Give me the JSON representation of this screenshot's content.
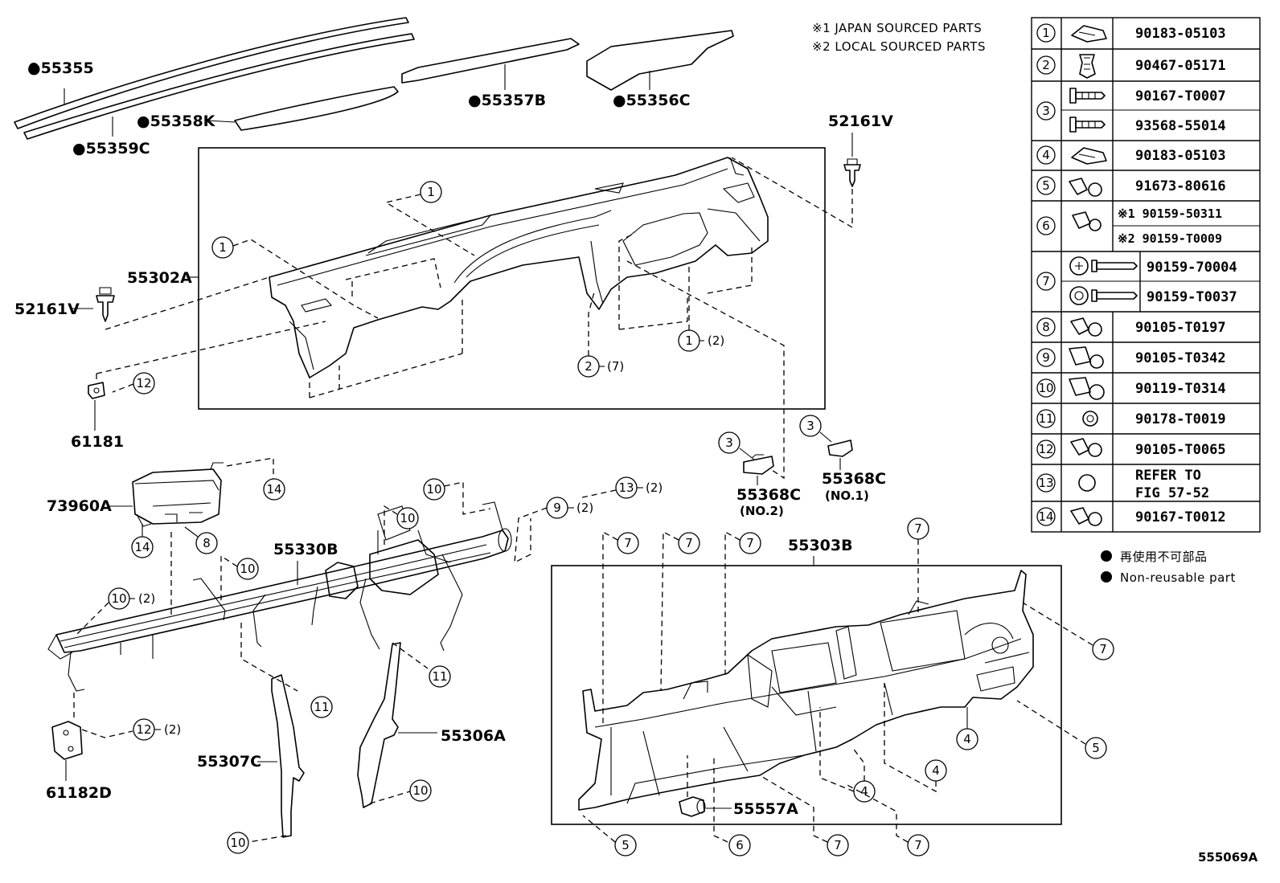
{
  "notes": {
    "japan": "※1  JAPAN SOURCED PARTS",
    "local": "※2  LOCAL SOURCED PARTS"
  },
  "legend": {
    "jp": "再使用不可部品",
    "en": "Non-reusable part"
  },
  "figure_id": "555069A",
  "labels": {
    "p55355": "●55355",
    "p55359C": "●55359C",
    "p55358K": "●55358K",
    "p55357B": "●55357B",
    "p55356C": "●55356C",
    "p52161V_top": "52161V",
    "p52161V_left": "52161V",
    "p55302A": "55302A",
    "p61181": "61181",
    "p73960A": "73960A",
    "p55330B": "55330B",
    "p55368C_no2": "55368C",
    "p55368C_no2_sub": "(NO.2)",
    "p55368C_no1": "55368C",
    "p55368C_no1_sub": "(NO.1)",
    "p55303B": "55303B",
    "p55306A": "55306A",
    "p55307C": "55307C",
    "p61182D": "61182D",
    "p55557A": "55557A"
  },
  "qty": {
    "q1_2": "(2)",
    "q2_7": "(7)",
    "q9_2": "(2)",
    "q13_2": "(2)",
    "q10_2": "(2)",
    "q12_2": "(2)"
  },
  "table": {
    "rows": [
      {
        "num": "1",
        "icon": "clip-nut-icon",
        "parts": [
          "90183-05103"
        ]
      },
      {
        "num": "2",
        "icon": "push-clip-icon",
        "parts": [
          "90467-05171"
        ]
      },
      {
        "num": "3",
        "icon": "screw-icon",
        "parts": [
          "90167-T0007",
          "93568-55014"
        ]
      },
      {
        "num": "4",
        "icon": "clip-nut-icon",
        "parts": [
          "90183-05103"
        ]
      },
      {
        "num": "5",
        "icon": "bolt-icon",
        "parts": [
          "91673-80616"
        ]
      },
      {
        "num": "6",
        "icon": "bolt-icon",
        "parts": [
          "※1 90159-50311",
          "※2 90159-T0009"
        ]
      },
      {
        "num": "7",
        "icon": "washer-screw-icon",
        "parts": [
          "90159-70004",
          "90159-T0037"
        ]
      },
      {
        "num": "8",
        "icon": "bolt-icon",
        "parts": [
          "90105-T0197"
        ]
      },
      {
        "num": "9",
        "icon": "bolt-icon",
        "parts": [
          "90105-T0342"
        ]
      },
      {
        "num": "10",
        "icon": "bolt-icon",
        "parts": [
          "90119-T0314"
        ]
      },
      {
        "num": "11",
        "icon": "nut-icon",
        "parts": [
          "90178-T0019"
        ]
      },
      {
        "num": "12",
        "icon": "bolt-icon",
        "parts": [
          "90105-T0065"
        ]
      },
      {
        "num": "13",
        "icon": "grommet-icon",
        "parts": [
          "REFER TO",
          "FIG 57-52"
        ]
      },
      {
        "num": "14",
        "icon": "bolt-icon",
        "parts": [
          "90167-T0012"
        ]
      }
    ]
  }
}
